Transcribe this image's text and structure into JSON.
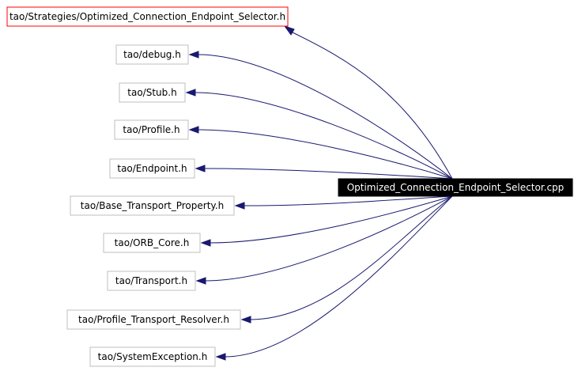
{
  "graph": {
    "root": {
      "label": "Optimized_Connection_Endpoint_Selector.cpp"
    },
    "includes": [
      {
        "label": "tao/Strategies/Optimized_Connection_Endpoint_Selector.h",
        "highlighted": true
      },
      {
        "label": "tao/debug.h",
        "highlighted": false
      },
      {
        "label": "tao/Stub.h",
        "highlighted": false
      },
      {
        "label": "tao/Profile.h",
        "highlighted": false
      },
      {
        "label": "tao/Endpoint.h",
        "highlighted": false
      },
      {
        "label": "tao/Base_Transport_Property.h",
        "highlighted": false
      },
      {
        "label": "tao/ORB_Core.h",
        "highlighted": false
      },
      {
        "label": "tao/Transport.h",
        "highlighted": false
      },
      {
        "label": "tao/Profile_Transport_Resolver.h",
        "highlighted": false
      },
      {
        "label": "tao/SystemException.h",
        "highlighted": false
      }
    ],
    "colors": {
      "edge": "#191970",
      "border": "#bfbfbf",
      "highlight_border": "#ff0000",
      "root_fill": "#000000",
      "root_text": "#ffffff"
    }
  }
}
